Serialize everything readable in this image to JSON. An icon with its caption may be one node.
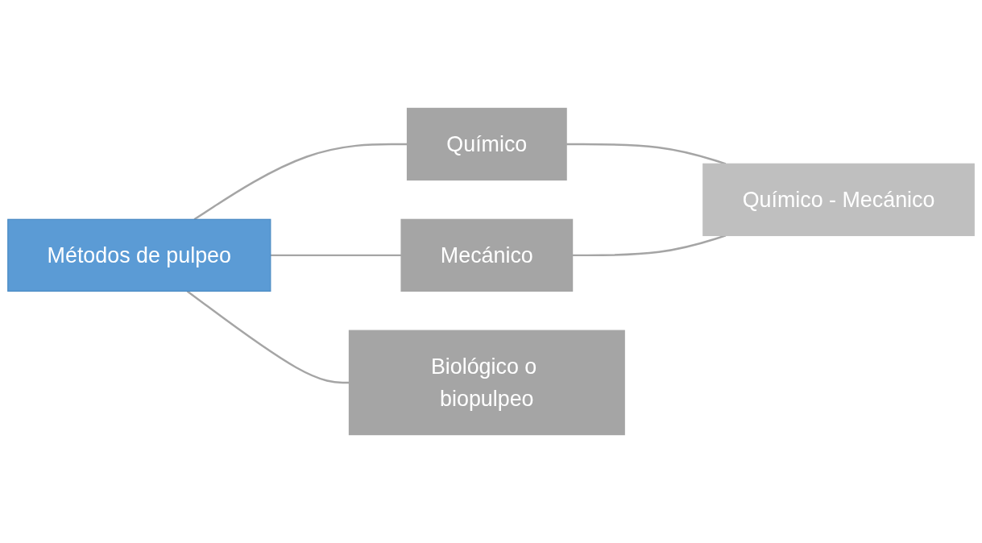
{
  "diagram": {
    "nodes": [
      {
        "text": [
          "Métodos de pulpeo"
        ]
      },
      {
        "text": [
          "Químico"
        ]
      },
      {
        "text": [
          "Mecánico"
        ]
      },
      {
        "text": [
          "Biológico o biopulpeo"
        ]
      },
      {
        "text": [
          "Químico - Mecánico"
        ]
      }
    ],
    "edges": [
      {
        "from": 0,
        "to": 1,
        "arrow": "none"
      },
      {
        "from": 0,
        "to": 2,
        "arrow": "none"
      },
      {
        "from": 0,
        "to": 3,
        "arrow": "none"
      },
      {
        "from": 1,
        "to": 4,
        "arrow": "none"
      },
      {
        "from": 2,
        "to": 4,
        "arrow": "none"
      }
    ]
  }
}
